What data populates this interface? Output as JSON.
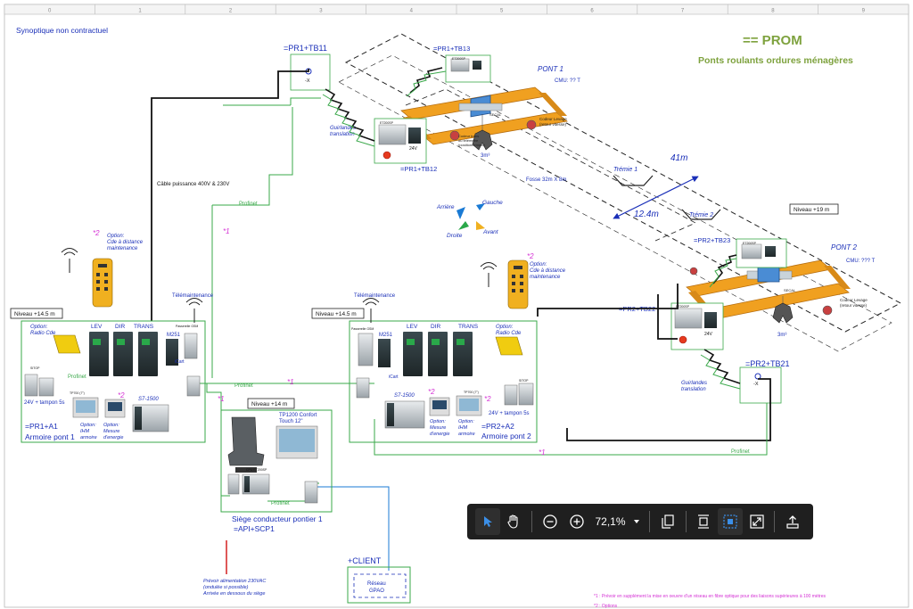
{
  "grid_columns": [
    "0",
    "1",
    "2",
    "3",
    "4",
    "5",
    "6",
    "7",
    "8",
    "9"
  ],
  "header": {
    "synoptic_note": "Synoptique non contractuel",
    "title": "== PROM",
    "subtitle": "Ponts roulants ordures ménagères"
  },
  "bridge1": {
    "name": "PONT 1",
    "cmu": "CMU: ?? T",
    "tb11": "=PR1+TB11",
    "tb13": "=PR1+TB13",
    "tb12": "=PR1+TB12",
    "et200sp": "ET200SP",
    "v24": "24V",
    "guirlandes": "Guirlandes",
    "translation": "translation",
    "codeur_levage": "Codeur Levage",
    "retour_vitesse": "(retour vitesse)",
    "codeur_trans": "Codeur trans.",
    "ou_telemetre": "ou télémètre",
    "positionnement": "(positionnement)",
    "grab": "3m³",
    "x": "-X"
  },
  "bridge2": {
    "name": "PONT 2",
    "cmu": "CMU: ??? T",
    "tb23": "=PR2+TB23",
    "tb22": "=PR2+TB22",
    "tb21": "=PR2+TB21",
    "et200sp": "ET200SP",
    "v24": "24V",
    "guirlandes": "Guirlandes",
    "translation": "translation",
    "codeur_levage": "Codeur Levage",
    "retour_vitesse": "(retour vitesse)",
    "grab": "3m³",
    "x": "-X"
  },
  "pit": {
    "fosse": "Fosse 32m X 8m",
    "length": "41m",
    "width": "12.4m",
    "tremie1": "Trémie 1",
    "tremie2": "Trémie 2",
    "niveau": "Niveau +19 m"
  },
  "directions": {
    "arriere": "Arrière",
    "gauche": "Gauche",
    "droite": "Droite",
    "avant": "Avant"
  },
  "cable": {
    "power": "Câble puissance 400V & 230V",
    "profinet": "Profinet",
    "note1": "*1",
    "note2": "*2"
  },
  "cabinet1": {
    "niveau": "Niveau +14.5 m",
    "option": "Option:",
    "radio": "Radio Cde",
    "lev": "LEV",
    "dir": "DIR",
    "trans": "TRANS",
    "m251": "M251",
    "gsm": "Passerelle GSM",
    "tele": "Télémaintenance",
    "sitop": "SITOP",
    "psu": "24V + tampon 5s",
    "profinet": "Profinet",
    "tp700": "TP700 (7\")",
    "opt_ihm_1": "Option:",
    "opt_ihm_2": "IHM",
    "opt_ihm_3": "armoire",
    "opt_mes_1": "Option:",
    "opt_mes_2": "Mesure",
    "opt_mes_3": "d'energie",
    "s7": "S7-1500",
    "id": "=PR1+A1",
    "label": "Armoire pont 1",
    "opt_cde_1": "Option:",
    "opt_cde_2": "Cde à distance",
    "opt_cde_3": "maintenance",
    "cart": "iCart"
  },
  "cabinet2": {
    "niveau": "Niveau +14.5 m",
    "option": "Option:",
    "radio": "Radio Cde",
    "lev": "LEV",
    "dir": "DIR",
    "trans": "TRANS",
    "m251": "M251",
    "gsm": "Passerelle GSM",
    "tele": "Télémaintenance",
    "sitop": "SITOP",
    "psu": "24V + tampon 5s",
    "tp700": "TP700 (7\")",
    "opt_ihm_1": "Option:",
    "opt_ihm_2": "IHM",
    "opt_ihm_3": "armoire",
    "opt_mes_1": "Option:",
    "opt_mes_2": "Mesure",
    "opt_mes_3": "d'energie",
    "s7": "S7-1500",
    "id": "=PR2+A2",
    "label": "Armoire pont 2",
    "opt_cde_1": "Option:",
    "opt_cde_2": "Cde à distance",
    "opt_cde_3": "maintenance",
    "cart": "iCart"
  },
  "seat": {
    "niveau": "Niveau +14 m",
    "tp1200a": "TP1200 Confort",
    "tp1200b": "Touch 12\"",
    "cpu": "CPU ET200SP",
    "profinet": "Profinet",
    "label": "Siège conducteur pontier 1",
    "id": "=API+SCP1"
  },
  "client": {
    "id": "+CLIENT",
    "net1": "Réseau",
    "net2": "GPAO"
  },
  "power_note": {
    "l1": "Prévoir alimentation 230VAC",
    "l2": "(ondulée si possible)",
    "l3": "Arrivée en dessous du siège"
  },
  "footnotes": {
    "n1": "*1 :  Prévoir en supplément la mise en oeuvre d'un réseau en fibre optique pour des liaisons supérieures à 100 mètres",
    "n2": "*2 :  Options"
  },
  "toolbar": {
    "zoom": "72,1%"
  },
  "colors": {
    "profinet": "#3aa84a",
    "blue": "#1a2fb8",
    "magenta": "#d42fd4",
    "title": "#7ea23e",
    "crane": "#f0a020"
  }
}
